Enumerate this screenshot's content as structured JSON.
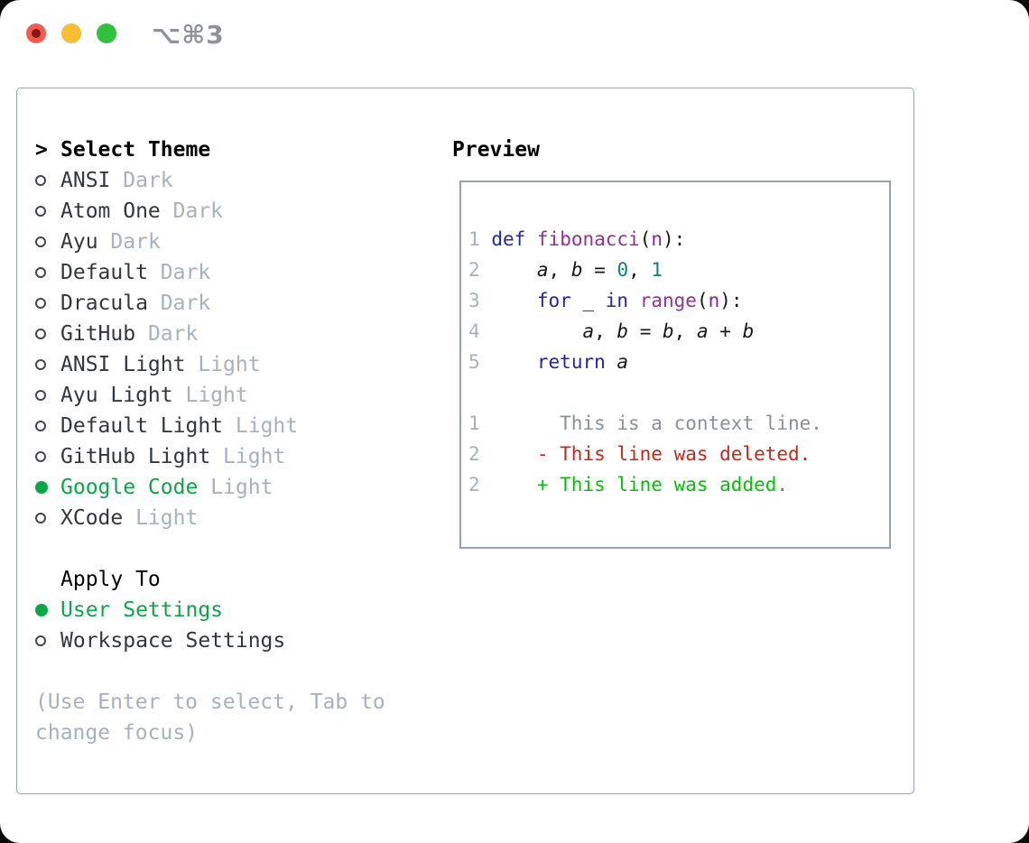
{
  "window": {
    "shortcut": "⌥⌘3"
  },
  "theme_panel": {
    "cursor": ">",
    "header": "Select Theme",
    "themes": [
      {
        "name": "ANSI",
        "variant": "Dark",
        "selected": false
      },
      {
        "name": "Atom One",
        "variant": "Dark",
        "selected": false
      },
      {
        "name": "Ayu",
        "variant": "Dark",
        "selected": false
      },
      {
        "name": "Default",
        "variant": "Dark",
        "selected": false
      },
      {
        "name": "Dracula",
        "variant": "Dark",
        "selected": false
      },
      {
        "name": "GitHub",
        "variant": "Dark",
        "selected": false
      },
      {
        "name": "ANSI Light",
        "variant": "Light",
        "selected": false
      },
      {
        "name": "Ayu Light",
        "variant": "Light",
        "selected": false
      },
      {
        "name": "Default Light",
        "variant": "Light",
        "selected": false
      },
      {
        "name": "GitHub Light",
        "variant": "Light",
        "selected": false
      },
      {
        "name": "Google Code",
        "variant": "Light",
        "selected": true
      },
      {
        "name": "XCode",
        "variant": "Light",
        "selected": false
      }
    ],
    "apply_to": {
      "header": "Apply To",
      "options": [
        {
          "label": "User Settings",
          "selected": true
        },
        {
          "label": "Workspace Settings",
          "selected": false
        }
      ]
    },
    "help_lines": [
      "(Use Enter to select, Tab to",
      "change focus)"
    ]
  },
  "preview": {
    "header": "Preview",
    "code_lines": [
      {
        "num": "1",
        "tokens": [
          [
            "kw",
            "def"
          ],
          [
            "pl",
            " "
          ],
          [
            "fn",
            "fibonacci"
          ],
          [
            "pl",
            "("
          ],
          [
            "pr",
            "n"
          ],
          [
            "pl",
            "):"
          ]
        ]
      },
      {
        "num": "2",
        "tokens": [
          [
            "pl",
            "    "
          ],
          [
            "va",
            "a"
          ],
          [
            "pl",
            ", "
          ],
          [
            "va",
            "b"
          ],
          [
            "pl",
            " = "
          ],
          [
            "nm",
            "0"
          ],
          [
            "pl",
            ", "
          ],
          [
            "nm",
            "1"
          ]
        ]
      },
      {
        "num": "3",
        "tokens": [
          [
            "pl",
            "    "
          ],
          [
            "kw",
            "for"
          ],
          [
            "pl",
            " _ "
          ],
          [
            "kw",
            "in"
          ],
          [
            "pl",
            " "
          ],
          [
            "fn",
            "range"
          ],
          [
            "pl",
            "("
          ],
          [
            "pr",
            "n"
          ],
          [
            "pl",
            "):"
          ]
        ]
      },
      {
        "num": "4",
        "tokens": [
          [
            "pl",
            "        "
          ],
          [
            "va",
            "a"
          ],
          [
            "pl",
            ", "
          ],
          [
            "va",
            "b"
          ],
          [
            "pl",
            " = "
          ],
          [
            "va",
            "b"
          ],
          [
            "pl",
            ", "
          ],
          [
            "va",
            "a"
          ],
          [
            "pl",
            " + "
          ],
          [
            "va",
            "b"
          ]
        ]
      },
      {
        "num": "5",
        "tokens": [
          [
            "pl",
            "    "
          ],
          [
            "kw",
            "return"
          ],
          [
            "pl",
            " "
          ],
          [
            "va",
            "a"
          ]
        ]
      }
    ],
    "diff_lines": [
      {
        "num": "1",
        "kind": "context",
        "sign": "  ",
        "text": "This is a context line."
      },
      {
        "num": "2",
        "kind": "deleted",
        "sign": "- ",
        "text": "This line was deleted."
      },
      {
        "num": "2",
        "kind": "added",
        "sign": "+ ",
        "text": "This line was added."
      }
    ]
  },
  "colors": {
    "accent_green": "#0aa648",
    "muted": "#a8b0ba",
    "text": "#33363b",
    "border": "#9aa2ae",
    "syntax_keyword": "#2424aa",
    "syntax_function": "#992d99",
    "syntax_param": "#8a1fa8",
    "syntax_number": "#0e8080",
    "syntax_plain": "#17181a",
    "diff_context": "#8a9096",
    "diff_deleted": "#c9261a",
    "diff_added": "#00c400",
    "traffic_red": "#f25c50",
    "traffic_yellow": "#f7bd35",
    "traffic_green": "#31c13e"
  }
}
